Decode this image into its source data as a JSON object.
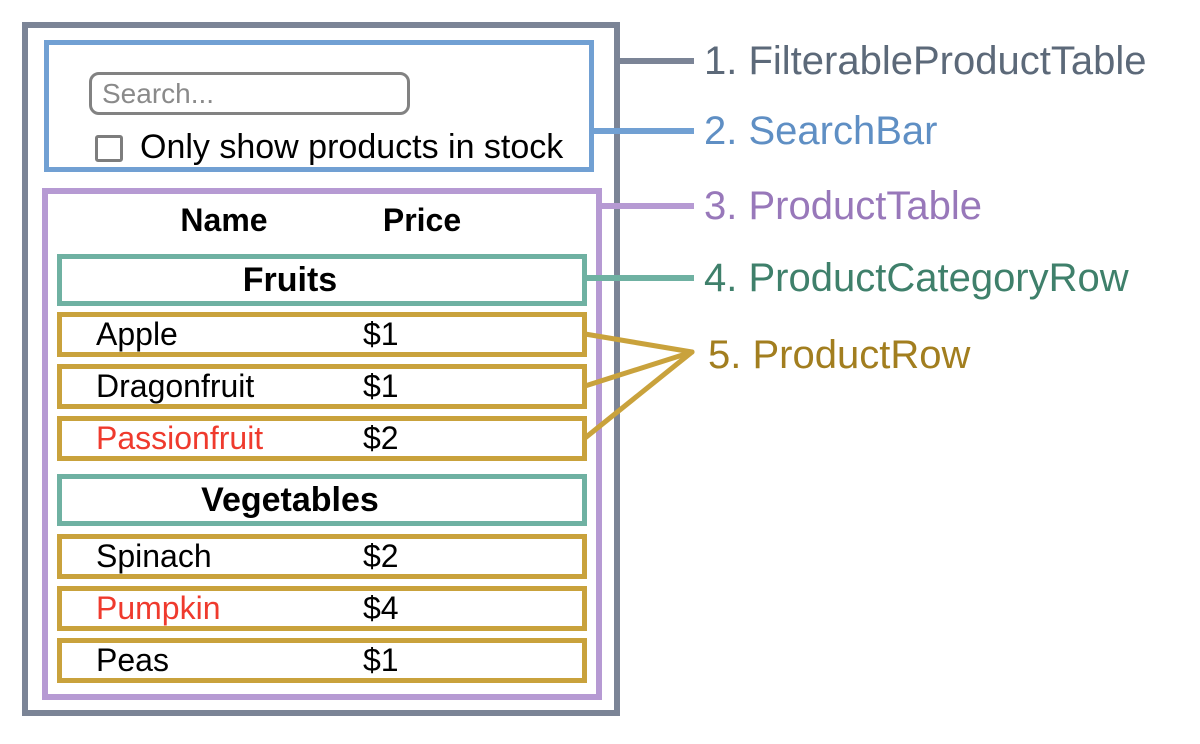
{
  "search_bar": {
    "placeholder": "Search...",
    "checkbox_label": "Only show products in stock",
    "checkbox_checked": false
  },
  "product_table": {
    "headers": {
      "name": "Name",
      "price": "Price"
    },
    "sections": [
      {
        "category": "Fruits",
        "rows": [
          {
            "name": "Apple",
            "price": "$1",
            "in_stock": true
          },
          {
            "name": "Dragonfruit",
            "price": "$1",
            "in_stock": true
          },
          {
            "name": "Passionfruit",
            "price": "$2",
            "in_stock": false
          }
        ]
      },
      {
        "category": "Vegetables",
        "rows": [
          {
            "name": "Spinach",
            "price": "$2",
            "in_stock": true
          },
          {
            "name": "Pumpkin",
            "price": "$4",
            "in_stock": false
          },
          {
            "name": "Peas",
            "price": "$1",
            "in_stock": true
          }
        ]
      }
    ]
  },
  "legend": {
    "items": [
      {
        "text": "1. FilterableProductTable",
        "color": "#5c6979"
      },
      {
        "text": "2. SearchBar",
        "color": "#5f8fc4"
      },
      {
        "text": "3. ProductTable",
        "color": "#9878ba"
      },
      {
        "text": "4. ProductCategoryRow",
        "color": "#3f806b"
      },
      {
        "text": "5. ProductRow",
        "color": "#a27e1f"
      }
    ]
  },
  "colors": {
    "outline_filterable_product_table": "#7b8496",
    "outline_search_bar": "#71a0d3",
    "outline_product_table": "#b69ad3",
    "outline_product_category_row": "#6fb1a2",
    "outline_product_row": "#c9a23c",
    "out_of_stock_text": "#ef3a2d",
    "placeholder_text": "#8a8a8a"
  }
}
